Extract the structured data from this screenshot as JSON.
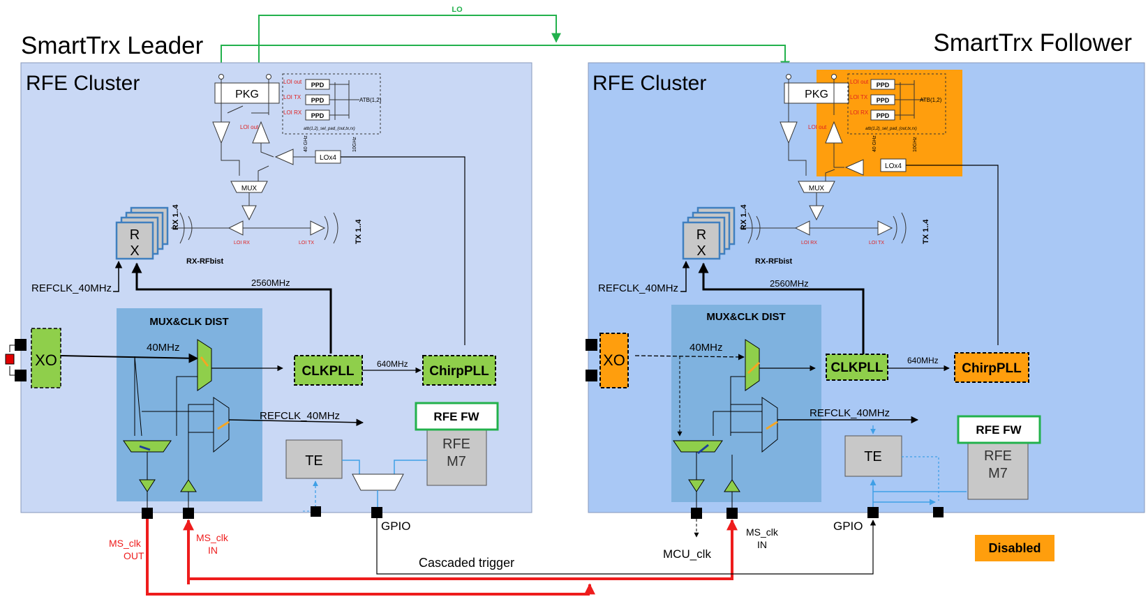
{
  "leader": {
    "title": "SmartTrx Leader",
    "cluster": "RFE Cluster",
    "pkg": "PKG",
    "loi_out": "LOI out",
    "loi_tx": "LOI TX",
    "loi_rx": "LOI RX",
    "ppd": "PPD",
    "atb": "ATB(1,2)",
    "atb_note": "atb(1,2)_sel_pad_(out,tx,rx)",
    "freq_40": "40 GHz",
    "freq_10": "10GHz",
    "lox4": "LOx4",
    "mux": "MUX",
    "rx_block": [
      "R",
      "X"
    ],
    "rx_ant": "RX 1..4",
    "tx_ant": "TX 1..4",
    "rx_rfbist": "RX-RFbist",
    "refclk_rx": "REFCLK_40MHz",
    "f2560": "2560MHz",
    "mux_clk_dist": "MUX&CLK DIST",
    "xo": "XO",
    "f40": "40MHz",
    "clkpll": "CLKPLL",
    "f640": "640MHz",
    "chirppll": "ChirpPLL",
    "refclk_out": "REFCLK_40MHz",
    "rfe_fw": "RFE FW",
    "te": "TE",
    "rfe_m7": [
      "RFE",
      "M7"
    ],
    "gpio": "GPIO",
    "ms_clk_out": [
      "MS_clk",
      "OUT"
    ],
    "ms_clk_in": [
      "MS_clk",
      "IN"
    ]
  },
  "follower": {
    "title": "SmartTrx Follower",
    "cluster": "RFE Cluster",
    "pkg": "PKG",
    "loi_out": "LOI out",
    "loi_tx": "LOI TX",
    "loi_rx": "LOI RX",
    "ppd": "PPD",
    "atb": "ATB(1,2)",
    "atb_note": "atb(1,2)_sel_pad_(out,tx,rx)",
    "freq_40": "40 GHz",
    "freq_10": "10GHz",
    "lox4": "LOx4",
    "mux": "MUX",
    "rx_block": [
      "R",
      "X"
    ],
    "rx_ant": "RX 1..4",
    "tx_ant": "TX 1..4",
    "rx_rfbist": "RX-RFbist",
    "refclk_rx": "REFCLK_40MHz",
    "f2560": "2560MHz",
    "mux_clk_dist": "MUX&CLK DIST",
    "xo": "XO",
    "f40": "40MHz",
    "clkpll": "CLKPLL",
    "f640": "640MHz",
    "chirppll": "ChirpPLL",
    "refclk_out": "REFCLK_40MHz",
    "rfe_fw": "RFE FW",
    "te": "TE",
    "rfe_m7": [
      "RFE",
      "M7"
    ],
    "gpio": "GPIO",
    "mcu_clk": "MCU_clk",
    "ms_clk_in": [
      "MS_clk",
      "IN"
    ]
  },
  "shared": {
    "lo": "LO",
    "cascaded_trigger": "Cascaded trigger",
    "legend_disabled": "Disabled"
  },
  "colors": {
    "leader_panel": "#c9d8f5",
    "follower_panel": "#a9c8f5",
    "mux_panel": "#7fb2df",
    "green_block": "#8fcf4b",
    "orange_disabled": "#ff9e0d",
    "gray_block": "#c8c8c8",
    "lo_green": "#22b14c",
    "ms_red": "#ee1c1c",
    "trace_blue": "#3f9fe6",
    "fw_border": "#22b14c"
  }
}
